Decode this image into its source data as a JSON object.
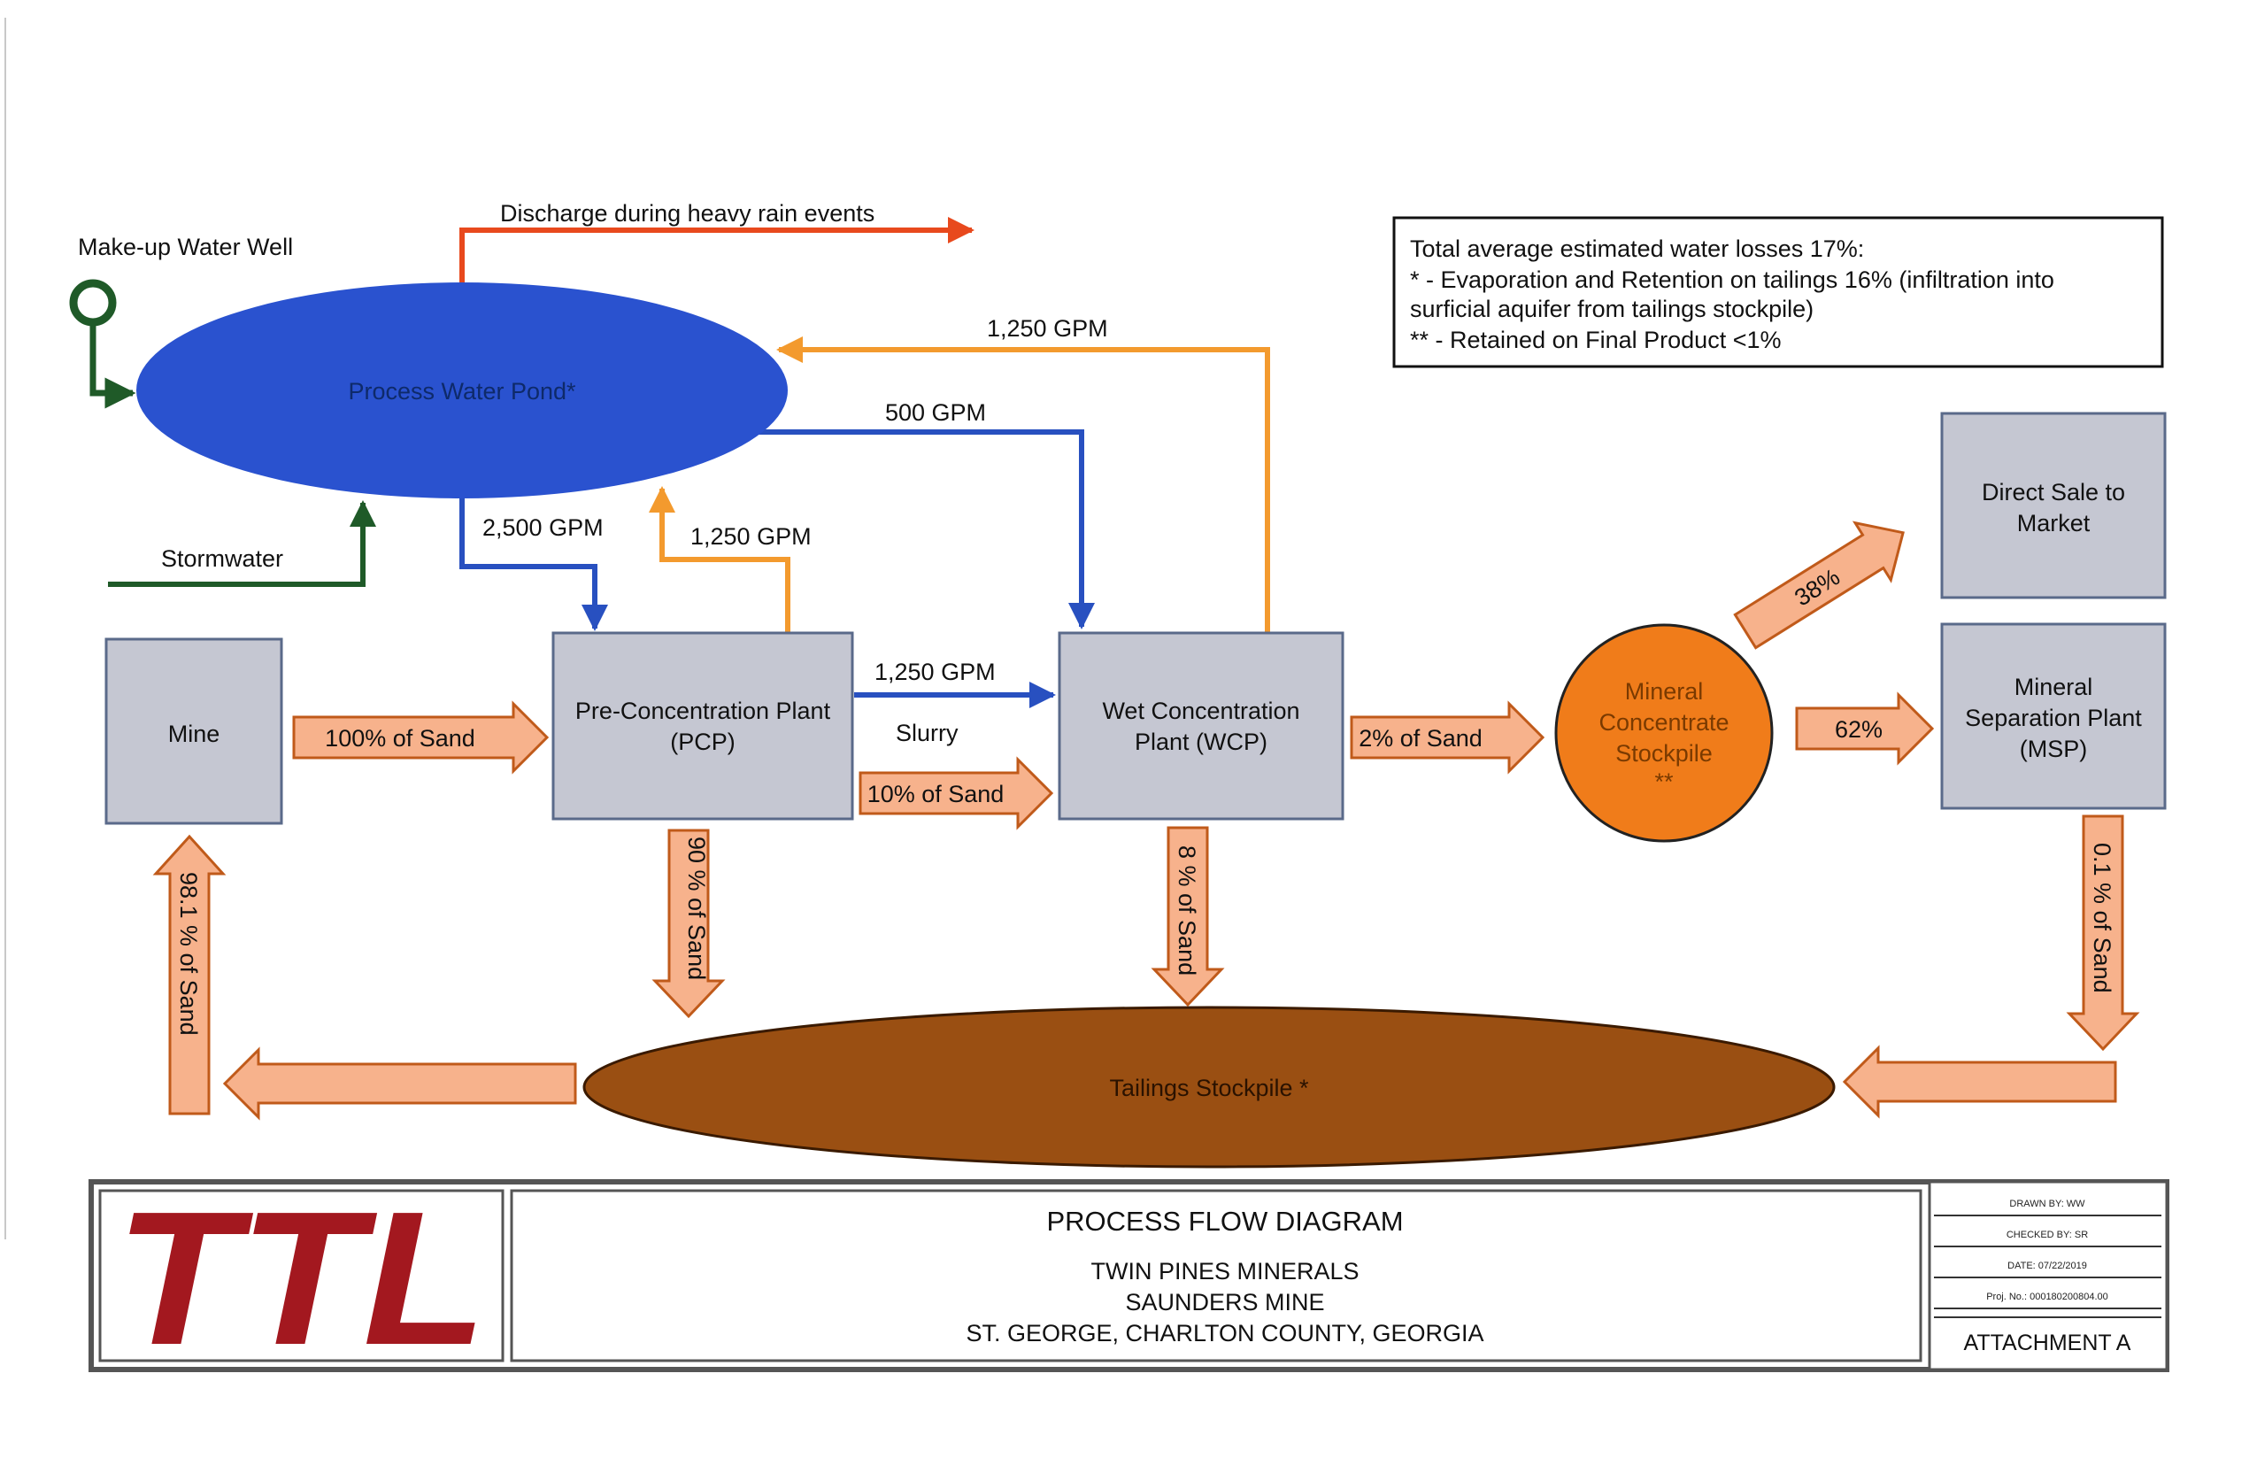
{
  "labels": {
    "makeup_well": "Make-up Water Well",
    "discharge": "Discharge during heavy rain events",
    "stormwater": "Stormwater",
    "pond": "Process Water Pond*",
    "flow_pond_wcp_return": "1,250 GPM",
    "flow_pond_to_wcp": "500 GPM",
    "flow_pond_to_pcp": "2,500 GPM",
    "flow_pcp_to_pond": "1,250 GPM",
    "flow_pcp_to_wcp": "1,250 GPM",
    "slurry": "Slurry"
  },
  "nodes": {
    "mine": "Mine",
    "pcp_line1": "Pre-Concentration Plant",
    "pcp_line2": "(PCP)",
    "wcp_line1": "Wet Concentration",
    "wcp_line2": "Plant (WCP)",
    "mcs_line1": "Mineral",
    "mcs_line2": "Concentrate",
    "mcs_line3": "Stockpile",
    "mcs_line4": "**",
    "dsm_line1": "Direct Sale to",
    "dsm_line2": "Market",
    "msp_line1": "Mineral",
    "msp_line2": "Separation Plant",
    "msp_line3": "(MSP)",
    "tailings": "Tailings Stockpile *"
  },
  "arrows": {
    "mine_to_pcp": "100% of Sand",
    "pcp_to_wcp": "10% of Sand",
    "wcp_to_mcs": "2% of Sand",
    "mcs_to_dsm": "38%",
    "mcs_to_msp": "62%",
    "pcp_to_tailings": "90 % of Sand",
    "wcp_to_tailings": "8 % of Sand",
    "msp_to_tailings": "0.1 % of Sand",
    "tailings_to_mine": "98.1 % of Sand"
  },
  "notes": {
    "line1": "Total average estimated  water losses 17%:",
    "line2": "*   - Evaporation  and Retention on tailings 16% (infiltration into",
    "line3": "surficial aquifer from tailings stockpile)",
    "line4": "** - Retained on Final Product <1%"
  },
  "titleblock": {
    "logo": "TTL",
    "title": "PROCESS FLOW DIAGRAM",
    "line1": "TWIN PINES MINERALS",
    "line2": "SAUNDERS MINE",
    "line3": "ST. GEORGE, CHARLTON COUNTY, GEORGIA",
    "drawn_by": "DRAWN BY: WW",
    "checked_by": "CHECKED BY: SR",
    "date": "DATE: 07/22/2019",
    "proj_no": "Proj. No.: 000180200804.00",
    "attachment": "ATTACHMENT A"
  },
  "colors": {
    "pond": "#2a52cf",
    "gray_box": "#c5c7d2",
    "sand_arrow": "#f7b28c",
    "orange_flow": "#f39a2e",
    "blue_flow": "#2850c0",
    "red_flow": "#e8491d",
    "green_flow": "#1f5a28",
    "mineral_stockpile": "#f07c1a",
    "tailings": "#9a4f12",
    "logo_red": "#a3181f"
  }
}
